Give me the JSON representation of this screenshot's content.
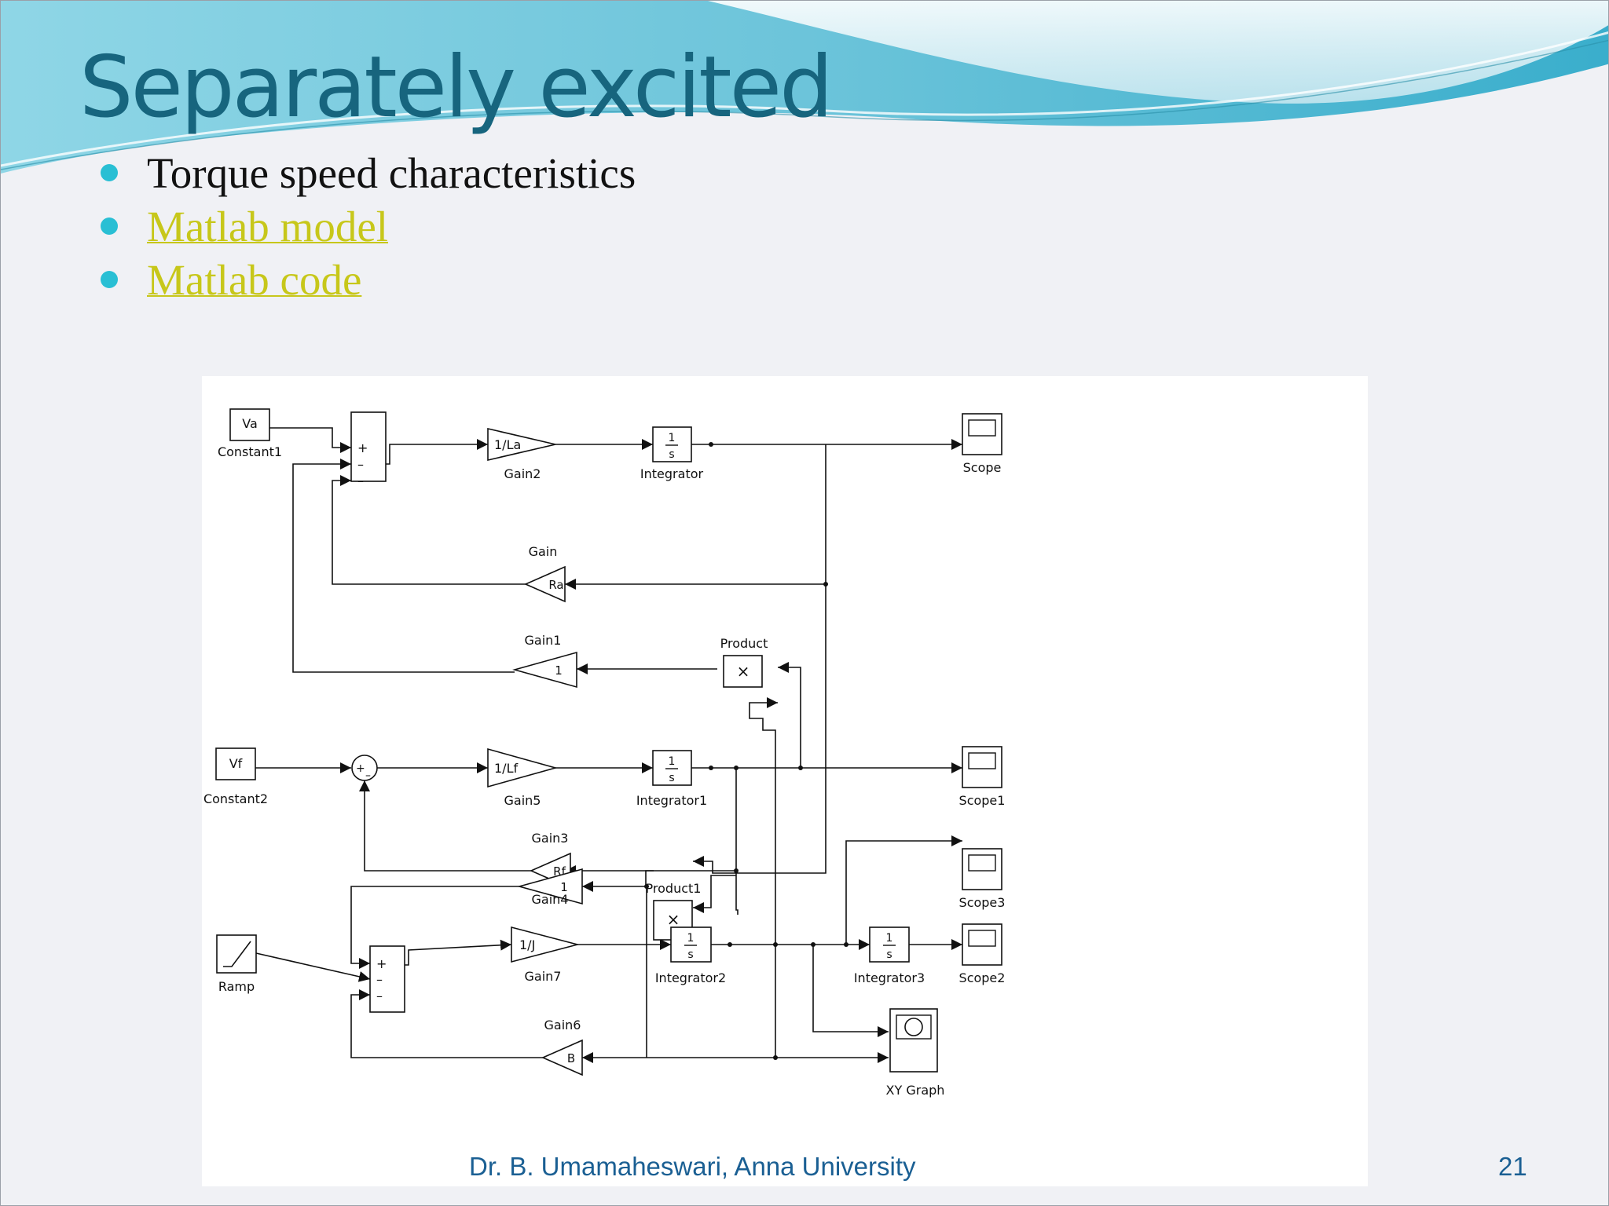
{
  "slide": {
    "title": "Separately excited",
    "bullets": [
      {
        "text": "Torque speed characteristics",
        "is_link": false
      },
      {
        "text": "Matlab model",
        "is_link": true
      },
      {
        "text": "Matlab code",
        "is_link": true
      }
    ],
    "footer": "Dr. B. Umamaheswari, Anna University",
    "page_number": "21"
  },
  "colors": {
    "title": "#17657e",
    "bullet_dot": "#29bfd4",
    "link": "#c7c71a",
    "footer": "#1a5f93",
    "wave": "#5bc3da"
  },
  "diagram": {
    "blocks": {
      "constant1": {
        "value": "Va",
        "label": "Constant1"
      },
      "constant2": {
        "value": "Vf",
        "label": "Constant2"
      },
      "ramp": {
        "label": "Ramp"
      },
      "gain2": {
        "value": "1/La",
        "label": "Gain2"
      },
      "gain5": {
        "value": "1/Lf",
        "label": "Gain5"
      },
      "gain7": {
        "value": "1/J",
        "label": "Gain7"
      },
      "gain": {
        "value": "Ra",
        "label": "Gain"
      },
      "gain1": {
        "value": "1",
        "label": "Gain1"
      },
      "gain3": {
        "value": "Rf",
        "label": "Gain3"
      },
      "gain4": {
        "value": "1",
        "label": "Gain4"
      },
      "gain6": {
        "value": "B",
        "label": "Gain6"
      },
      "integrator": {
        "num": "1",
        "den": "s",
        "label": "Integrator"
      },
      "integrator1": {
        "num": "1",
        "den": "s",
        "label": "Integrator1"
      },
      "integrator2": {
        "num": "1",
        "den": "s",
        "label": "Integrator2"
      },
      "integrator3": {
        "num": "1",
        "den": "s",
        "label": "Integrator3"
      },
      "product": {
        "symbol": "×",
        "label": "Product"
      },
      "product1": {
        "symbol": "×",
        "label": "Product1"
      },
      "scope": {
        "label": "Scope"
      },
      "scope1": {
        "label": "Scope1"
      },
      "scope2": {
        "label": "Scope2"
      },
      "scope3": {
        "label": "Scope3"
      },
      "xygraph": {
        "label": "XY Graph"
      }
    },
    "signs": {
      "sum1": [
        "+",
        "–",
        "–"
      ],
      "sum2": [
        "+",
        "–"
      ],
      "sum3": [
        "+",
        "–",
        "–"
      ]
    }
  }
}
